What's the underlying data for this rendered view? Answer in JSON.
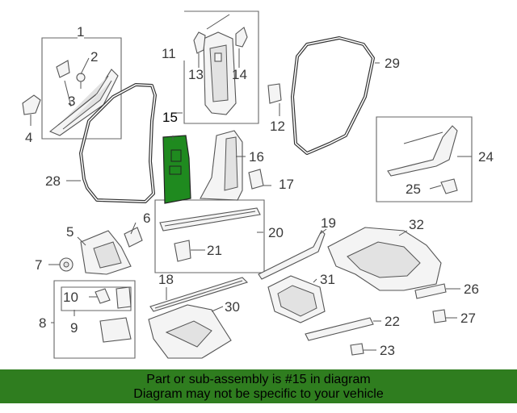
{
  "diagram": {
    "callouts": [
      "1",
      "2",
      "3",
      "4",
      "5",
      "6",
      "7",
      "8",
      "9",
      "10",
      "11",
      "12",
      "13",
      "14",
      "15",
      "16",
      "17",
      "18",
      "19",
      "20",
      "21",
      "22",
      "23",
      "24",
      "25",
      "26",
      "27",
      "28",
      "29",
      "30",
      "31",
      "32"
    ],
    "highlighted_part": "15",
    "highlight_color": "#1f8a1f"
  },
  "banner": {
    "line1": "Part or sub-assembly is #15 in diagram",
    "line2": "Diagram may not be specific to your vehicle",
    "background": "#2f7d1f"
  }
}
